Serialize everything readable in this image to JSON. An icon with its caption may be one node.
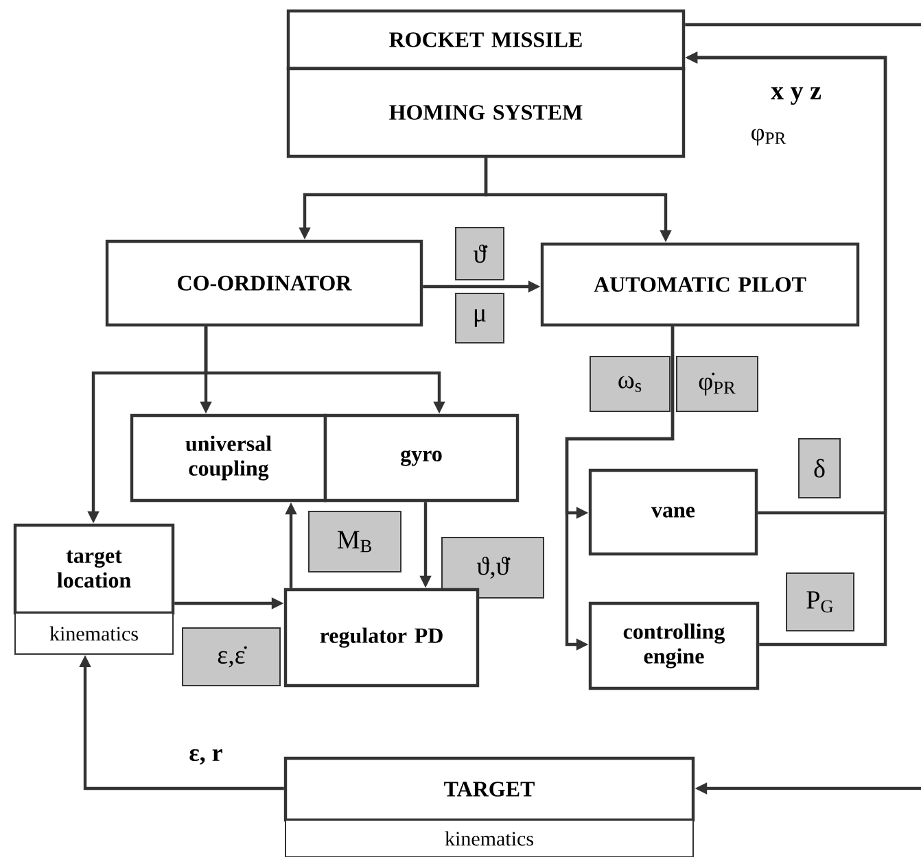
{
  "diagram": {
    "nodes": [
      {
        "text": [
          "ROCKET MISSILE"
        ]
      },
      {
        "text": [
          "HOMING SYSTEM"
        ]
      },
      {
        "text": [
          "CO-ORDINATOR"
        ]
      },
      {
        "text": [
          "ϑ̇"
        ]
      },
      {
        "text": [
          "μ"
        ]
      },
      {
        "text": [
          "AUTOMATIC PILOT"
        ]
      },
      {
        "text": [
          "ω$_{s}$"
        ]
      },
      {
        "text": [
          "φ̇$_{PR}$"
        ]
      },
      {
        "text": [
          "universal coupling"
        ]
      },
      {
        "text": [
          "gyro"
        ]
      },
      {
        "text": [
          "δ"
        ]
      },
      {
        "text": [
          "vane"
        ]
      },
      {
        "text": [
          "target location"
        ]
      },
      {
        "text": [
          "M$_{B}$"
        ]
      },
      {
        "text": [
          "ϑ,ϑ̇"
        ]
      },
      {
        "text": [
          "P$_{G}$"
        ]
      },
      {
        "text": [
          "kinematics"
        ]
      },
      {
        "text": [
          "ε,ε̇"
        ]
      },
      {
        "text": [
          "regulator PD"
        ]
      },
      {
        "text": [
          "controlling engine"
        ]
      },
      {
        "text": [
          "TARGET"
        ]
      },
      {
        "text": [
          "kinematics"
        ]
      }
    ],
    "edges": [
      {
        "from": 1,
        "to": 2,
        "arrow": "to"
      },
      {
        "from": 1,
        "to": 5,
        "arrow": "to"
      },
      {
        "from": 2,
        "to": 5,
        "arrow": "to"
      },
      {
        "from": 2,
        "to": 8,
        "arrow": "to"
      },
      {
        "from": 2,
        "to": 9,
        "arrow": "to"
      },
      {
        "from": 2,
        "to": 12,
        "arrow": "to"
      },
      {
        "from": 9,
        "to": 18,
        "arrow": "to"
      },
      {
        "from": 18,
        "to": 8,
        "arrow": "to"
      },
      {
        "from": 12,
        "to": 18,
        "arrow": "to"
      },
      {
        "from": 5,
        "to": 11,
        "arrow": "to"
      },
      {
        "from": 5,
        "to": 19,
        "arrow": "to"
      },
      {
        "from": 11,
        "to": 0,
        "arrow": "to"
      },
      {
        "from": 19,
        "to": 0,
        "arrow": "to"
      },
      {
        "from": 0,
        "to": null,
        "arrow": "none"
      },
      {
        "from": null,
        "to": 20,
        "arrow": "to"
      },
      {
        "from": 20,
        "to": 16,
        "arrow": "to",
        "label": "ε, r"
      }
    ],
    "labels": [
      "x y z",
      "φ$_{PR}$"
    ]
  }
}
